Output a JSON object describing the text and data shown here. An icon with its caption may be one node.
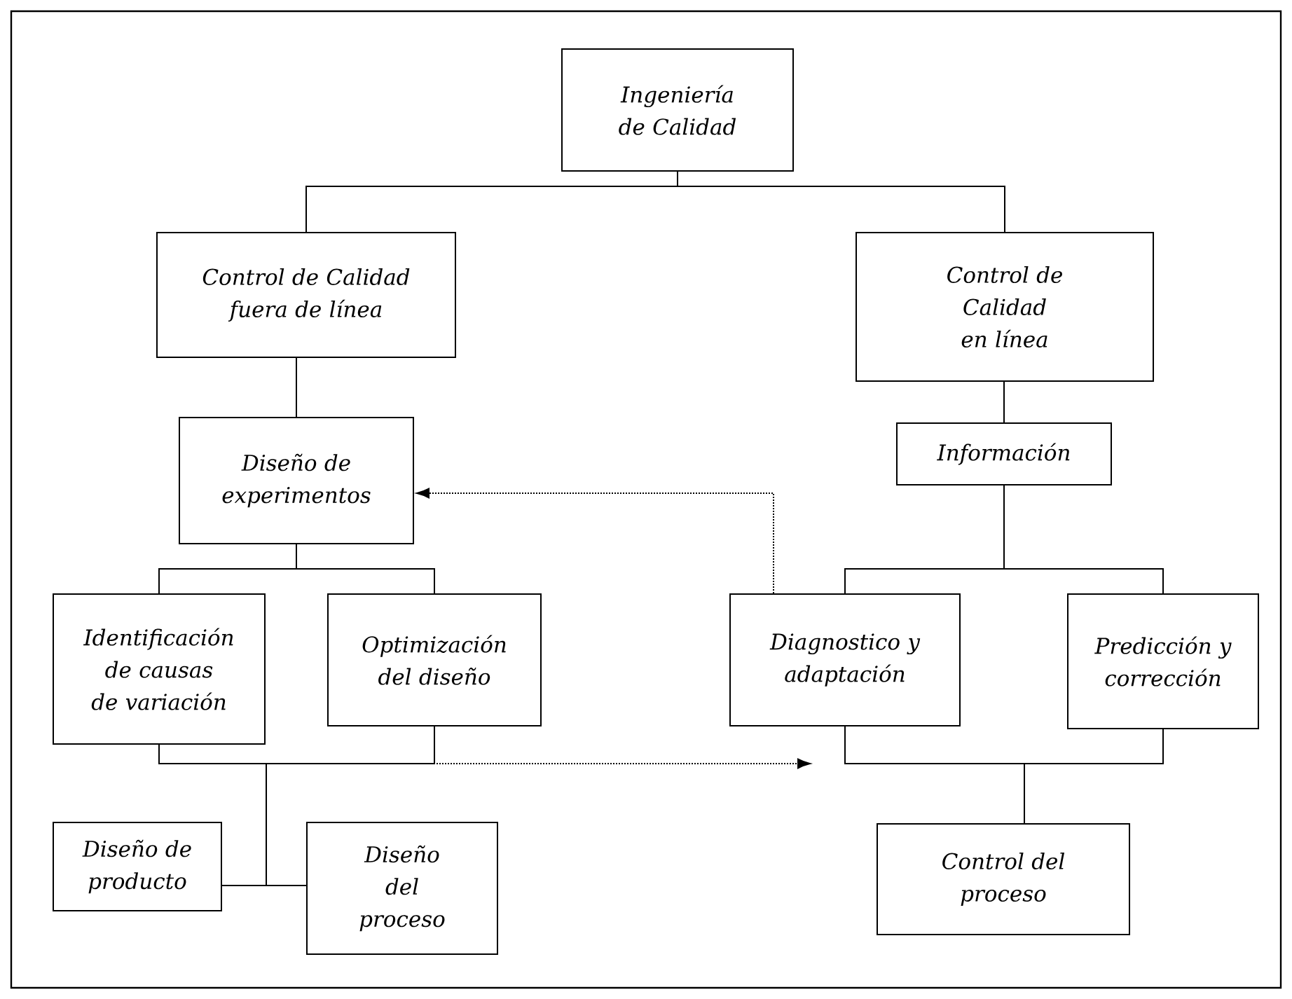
{
  "diagram": {
    "nodes": [
      {
        "text": [
          "Ingeniería de Calidad"
        ]
      },
      {
        "text": [
          "Control de Calidad fuera de línea"
        ]
      },
      {
        "text": [
          "Control de Calidad en línea"
        ]
      },
      {
        "text": [
          "Diseño de experimentos"
        ]
      },
      {
        "text": [
          "Información"
        ]
      },
      {
        "text": [
          "Identificación de causas de variación"
        ]
      },
      {
        "text": [
          "Optimización del diseño"
        ]
      },
      {
        "text": [
          "Diagnostico y adaptación"
        ]
      },
      {
        "text": [
          "Predicción y corrección"
        ]
      },
      {
        "text": [
          "Diseño de producto"
        ]
      },
      {
        "text": [
          "Diseño del proceso"
        ]
      },
      {
        "text": [
          "Control del proceso"
        ]
      }
    ],
    "edges": [
      {
        "from": 0,
        "to": 1,
        "arrow": "none"
      },
      {
        "from": 0,
        "to": 2,
        "arrow": "none"
      },
      {
        "from": 1,
        "to": 3,
        "arrow": "none"
      },
      {
        "from": 2,
        "to": 4,
        "arrow": "none"
      },
      {
        "from": 3,
        "to": 5,
        "arrow": "none"
      },
      {
        "from": 3,
        "to": 6,
        "arrow": "none"
      },
      {
        "from": 4,
        "to": 7,
        "arrow": "none"
      },
      {
        "from": 4,
        "to": 8,
        "arrow": "none"
      },
      {
        "from": 5,
        "to": 9,
        "arrow": "none"
      },
      {
        "from": 5,
        "to": 10,
        "arrow": "none"
      },
      {
        "from": 6,
        "to": 9,
        "arrow": "none"
      },
      {
        "from": 6,
        "to": 10,
        "arrow": "none"
      },
      {
        "from": 7,
        "to": 11,
        "arrow": "none"
      },
      {
        "from": 8,
        "to": 11,
        "arrow": "none"
      },
      {
        "from": 7,
        "to": 3,
        "arrow": "to",
        "style": "dashed"
      },
      {
        "from": 6,
        "to": null,
        "arrow": "to",
        "style": "dashed"
      }
    ]
  }
}
